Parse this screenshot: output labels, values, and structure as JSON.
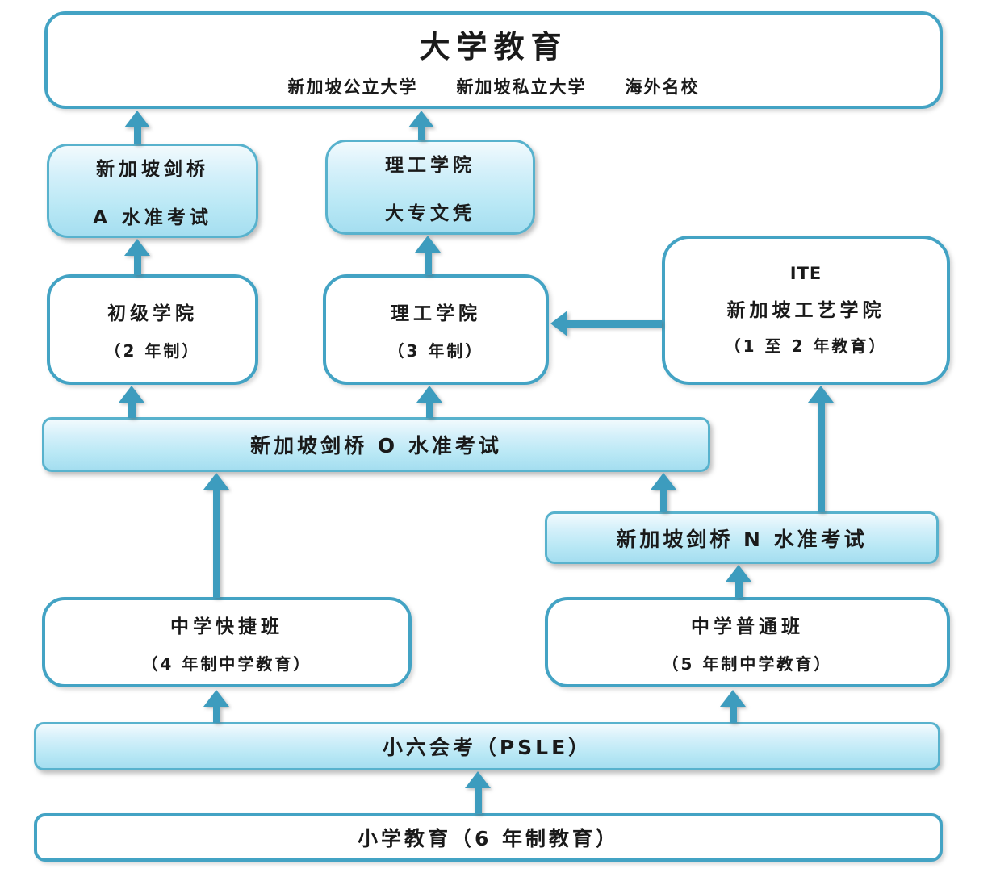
{
  "theme": {
    "border": "#43a3c4",
    "border-light": "#58b2cd",
    "arrow": "#3d9cbe",
    "text": "#1a1a1a",
    "grad-top": "#f2fafd",
    "grad-bottom": "#a5def0"
  },
  "title_box": {
    "title": "大学教育",
    "subtitle_items": [
      "新加坡公立大学",
      "新加坡私立大学",
      "海外名校"
    ]
  },
  "nodes": {
    "a_level": {
      "line1": "新加坡剑桥",
      "line2": "A 水准考试"
    },
    "poly_diploma": {
      "line1": "理工学院",
      "line2": "大专文凭"
    },
    "junior_college": {
      "line1": "初级学院",
      "line2": "（2 年制）"
    },
    "polytechnic": {
      "line1": "理工学院",
      "line2": "（3 年制）"
    },
    "ite": {
      "line1": "ITE",
      "line2": "新加坡工艺学院",
      "line3": "（1 至 2 年教育）"
    },
    "o_level": {
      "label": "新加坡剑桥 O 水准考试"
    },
    "n_level": {
      "label": "新加坡剑桥 N 水准考试"
    },
    "express": {
      "line1": "中学快捷班",
      "line2": "（4 年制中学教育）"
    },
    "normal": {
      "line1": "中学普通班",
      "line2": "（5 年制中学教育）"
    },
    "psle": {
      "label": "小六会考（PSLE）"
    },
    "primary": {
      "label": "小学教育（6 年制教育）"
    }
  }
}
